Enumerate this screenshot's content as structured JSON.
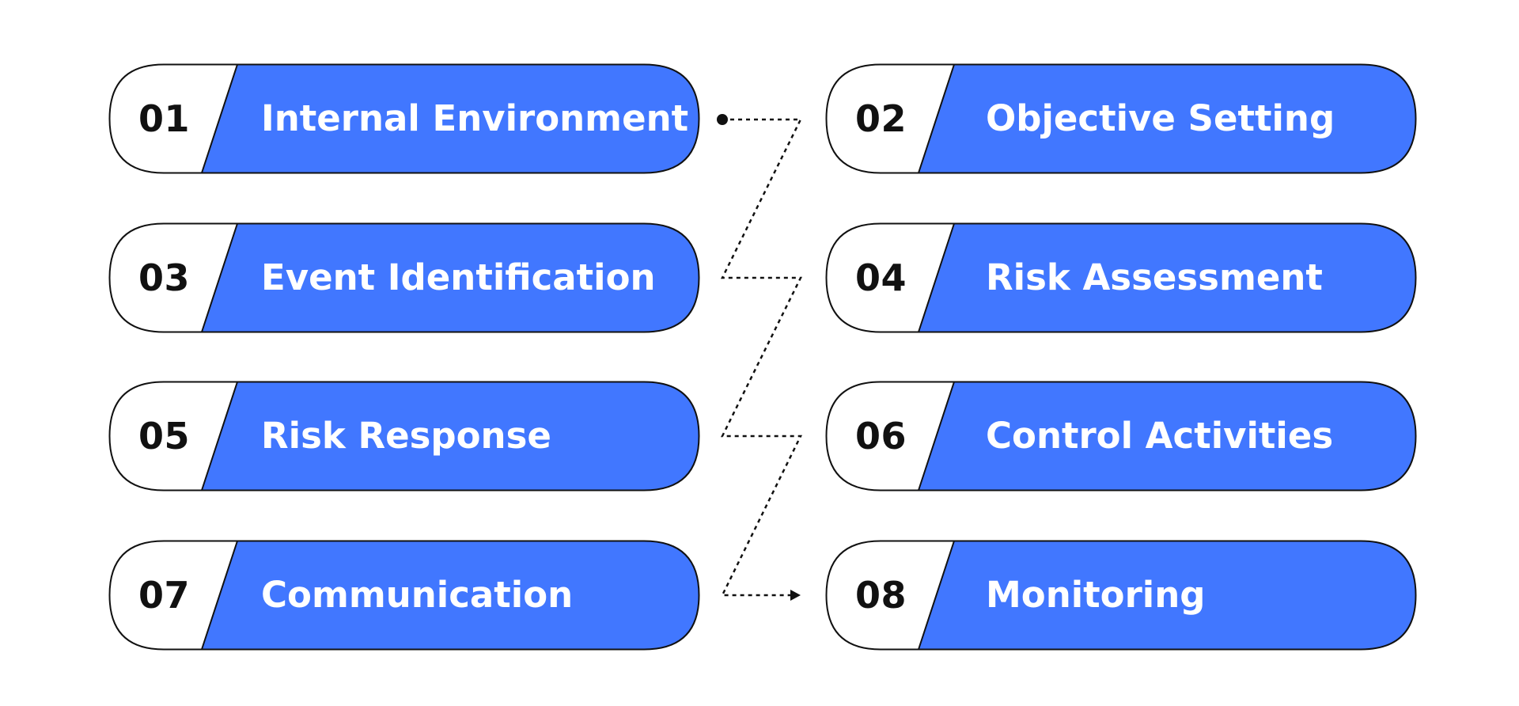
{
  "diagram": {
    "accent_color": "#4177FF",
    "stroke_color": "#111111",
    "steps": [
      {
        "number": "01",
        "label": "Internal Environment"
      },
      {
        "number": "02",
        "label": "Objective Setting"
      },
      {
        "number": "03",
        "label": "Event Identification"
      },
      {
        "number": "04",
        "label": "Risk Assessment"
      },
      {
        "number": "05",
        "label": "Risk Response"
      },
      {
        "number": "06",
        "label": "Control Activities"
      },
      {
        "number": "07",
        "label": "Communication"
      },
      {
        "number": "08",
        "label": "Monitoring"
      }
    ]
  }
}
